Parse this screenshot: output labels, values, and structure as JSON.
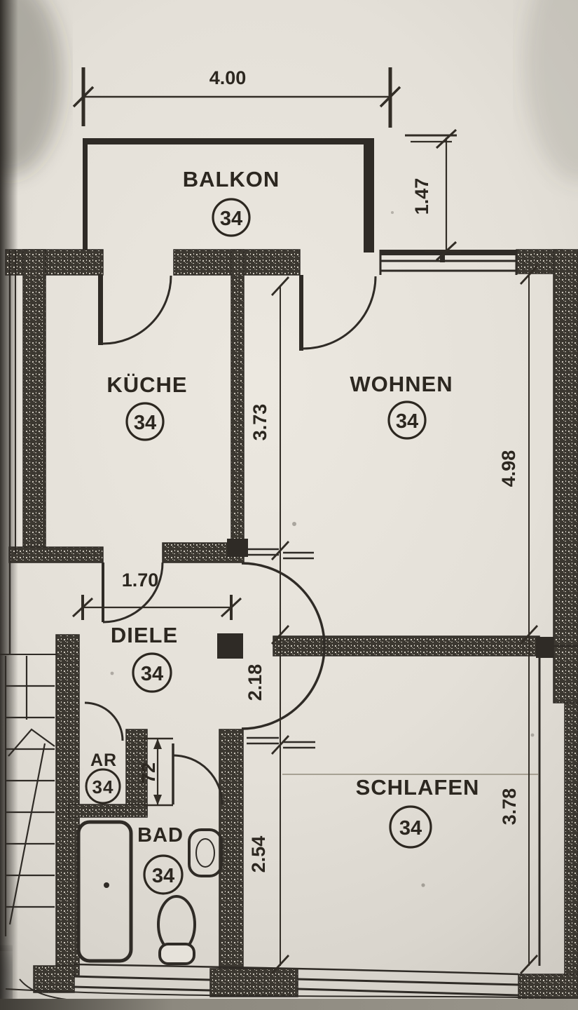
{
  "rooms": {
    "balkon": {
      "label": "BALKON",
      "unit": "34"
    },
    "kueche": {
      "label": "KÜCHE",
      "unit": "34"
    },
    "wohnen": {
      "label": "WOHNEN",
      "unit": "34"
    },
    "diele": {
      "label": "DIELE",
      "unit": "34"
    },
    "ar": {
      "label": "AR",
      "unit": "34"
    },
    "bad": {
      "label": "BAD",
      "unit": "34"
    },
    "schlafen": {
      "label": "SCHLAFEN",
      "unit": "34"
    }
  },
  "dimensions": {
    "balkon_width": {
      "value": "4.00"
    },
    "balkon_depth": {
      "value": "1.47"
    },
    "kueche_depth": {
      "value": "3.73"
    },
    "wohnen_depth": {
      "value": "4.98"
    },
    "diele_width": {
      "value": "1.70"
    },
    "diele_depth": {
      "value": "2.18"
    },
    "bad_passage_width": {
      "value": "72"
    },
    "bad_depth": {
      "value": "2.54"
    },
    "schlafen_depth": {
      "value": "3.78"
    }
  },
  "colors": {
    "ink": "#322d26",
    "paper": "#e6e2da",
    "wall_fill": "#3c3831",
    "shadow_bar": "#403d37"
  }
}
